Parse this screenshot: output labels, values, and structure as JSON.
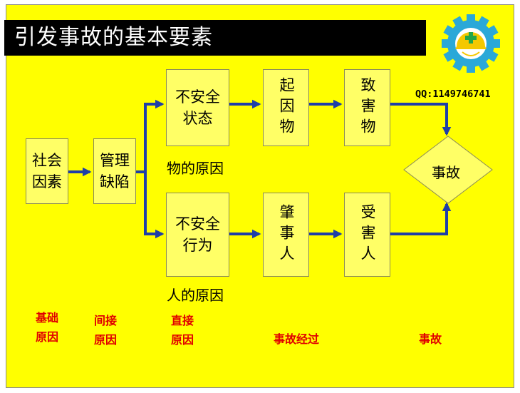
{
  "title": "引发事故的基本要素",
  "qq": "QQ:1149746741",
  "boxes": {
    "social": "社会\n因素",
    "mgmt": "管理\n缺陷",
    "unsafe_state": "不安全\n状态",
    "cause": "起因物",
    "harm": "致害物",
    "unsafe_act": "不安全\n行为",
    "perpetrator": "肇事人",
    "victim": "受害人",
    "accident": "事故"
  },
  "labels": {
    "material_cause": "物的原因",
    "human_cause": "人的原因"
  },
  "stages": {
    "basic": "基础\n原因",
    "indirect": "间接\n原因",
    "direct": "直接\n原因",
    "process": "事故经过",
    "accident": "事故"
  },
  "colors": {
    "background": "#ffff00",
    "box_fill": "#ffff66",
    "arrow": "#1f3fa8",
    "stage_text": "#e00000",
    "title_bar": "#000000"
  },
  "icons": [
    "gear-safety-logo-icon"
  ]
}
